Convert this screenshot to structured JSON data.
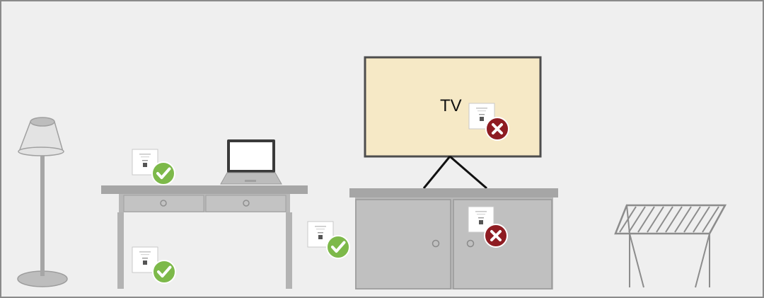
{
  "tv": {
    "label": "TV"
  },
  "placements": [
    {
      "id": "desk-top",
      "status": "ok"
    },
    {
      "id": "desk-bottom",
      "status": "ok"
    },
    {
      "id": "wall-left-of-cabinet",
      "status": "ok"
    },
    {
      "id": "behind-tv",
      "status": "bad"
    },
    {
      "id": "inside-cabinet",
      "status": "bad"
    }
  ],
  "colors": {
    "background": "#efefef",
    "frame": "#8a8a8a",
    "furniture": "#b8b8b8",
    "furniture_top": "#a6a6a6",
    "tv_screen": "#f6e9c6",
    "tv_border": "#4d4d4d",
    "ok": "#7db94a",
    "bad": "#8e1c22"
  }
}
